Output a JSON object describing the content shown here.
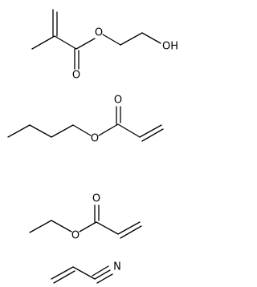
{
  "molecules": [
    {
      "id": "hydroxyethyl-methacrylate",
      "labels": {
        "o_carbonyl": "O",
        "o_ester": "O",
        "oh": "OH"
      }
    },
    {
      "id": "butyl-acrylate",
      "labels": {
        "o_carbonyl": "O",
        "o_ester": "O"
      }
    },
    {
      "id": "ethyl-acrylate",
      "labels": {
        "o_carbonyl": "O",
        "o_ester": "O"
      }
    },
    {
      "id": "acrylonitrile",
      "labels": {
        "n": "N"
      }
    }
  ]
}
